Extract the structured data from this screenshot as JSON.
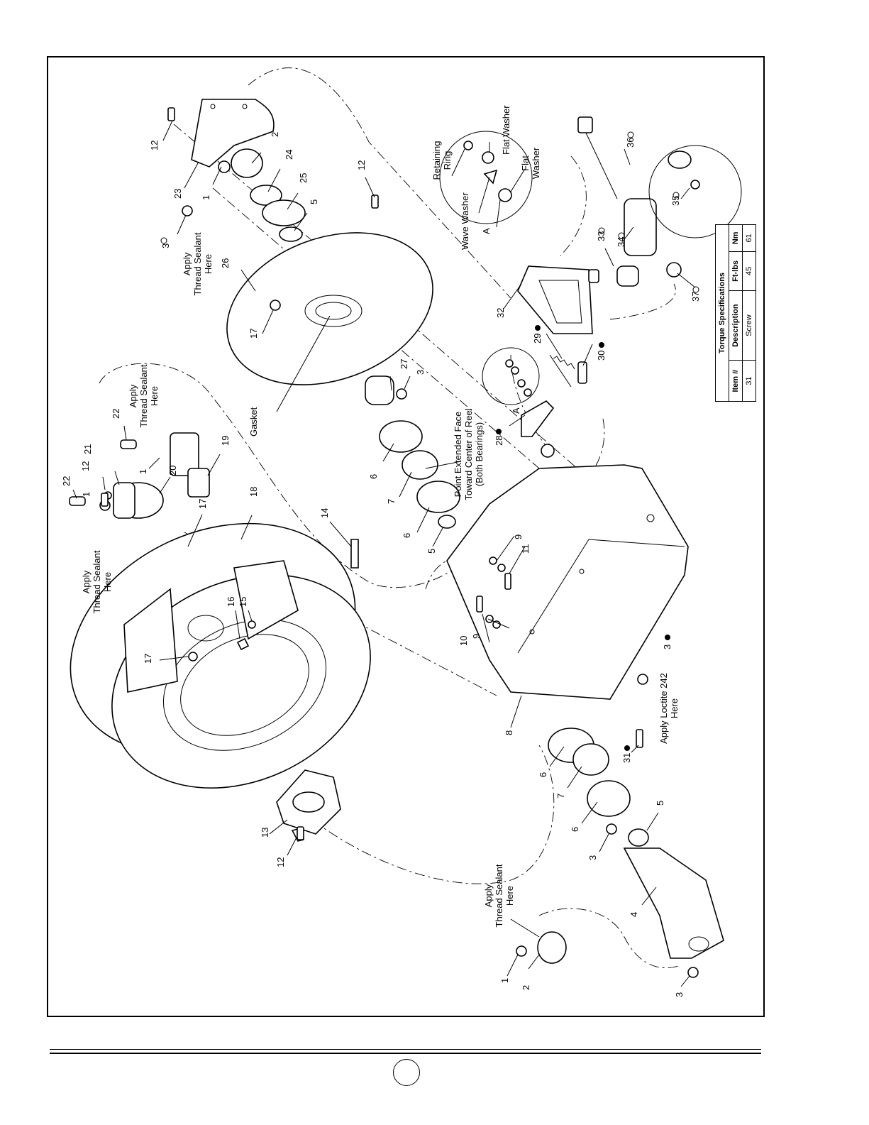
{
  "callouts": {
    "c1a": "1",
    "c1b": "1",
    "c1c": "1",
    "c1d": "1",
    "c2a": "2",
    "c2b": "2",
    "c3a": "3",
    "c3b": "3",
    "c3c": "3",
    "c3d": "3",
    "c3e": "3",
    "c4": "4",
    "c5a": "5",
    "c5b": "5",
    "c5c": "5",
    "c6a": "6",
    "c6b": "6",
    "c6c": "6",
    "c6d": "6",
    "c7a": "7",
    "c7b": "7",
    "c8": "8",
    "c9a": "9",
    "c9b": "9",
    "c10": "10",
    "c11": "11",
    "c12a": "12",
    "c12b": "12",
    "c12c": "12",
    "c12d": "12",
    "c13": "13",
    "c14": "14",
    "c15": "15",
    "c16": "16",
    "c17a": "17",
    "c17b": "17",
    "c17c": "17",
    "c18": "18",
    "c19": "19",
    "c20": "20",
    "c21": "21",
    "c22a": "22",
    "c22b": "22",
    "c23": "23",
    "c24": "24",
    "c25": "25",
    "c26": "26",
    "c27": "27",
    "c28": "28",
    "c29": "29",
    "c30": "30",
    "c31": "31",
    "c32": "32",
    "c33": "33",
    "c34": "34",
    "c35": "35",
    "c36": "36",
    "c37": "37",
    "cAa": "A",
    "cAb": "A"
  },
  "notes": {
    "apply": "Apply",
    "thread_sealant": "Thread Sealant",
    "here": "Here",
    "gasket": "Gasket",
    "point_line1": "Point Extended Face",
    "point_line2": "Toward Center of Reel",
    "point_line3": "(Both Bearings)",
    "retaining_ring_1": "Retaining",
    "retaining_ring_2": "Ring",
    "flat_washer": "Flat Washer",
    "flat_1": "Flat",
    "washer": "Washer",
    "wave_washer": "Wave Washer",
    "loctite_1": "Apply Loctite 242",
    "loctite_2": "Here"
  },
  "torque_table": {
    "title": "Torque Specifications",
    "headers": [
      "Item #",
      "Description",
      "Ft-lbs",
      "Nm"
    ],
    "rows": [
      [
        "31",
        "Screw",
        "45",
        "61"
      ]
    ]
  }
}
